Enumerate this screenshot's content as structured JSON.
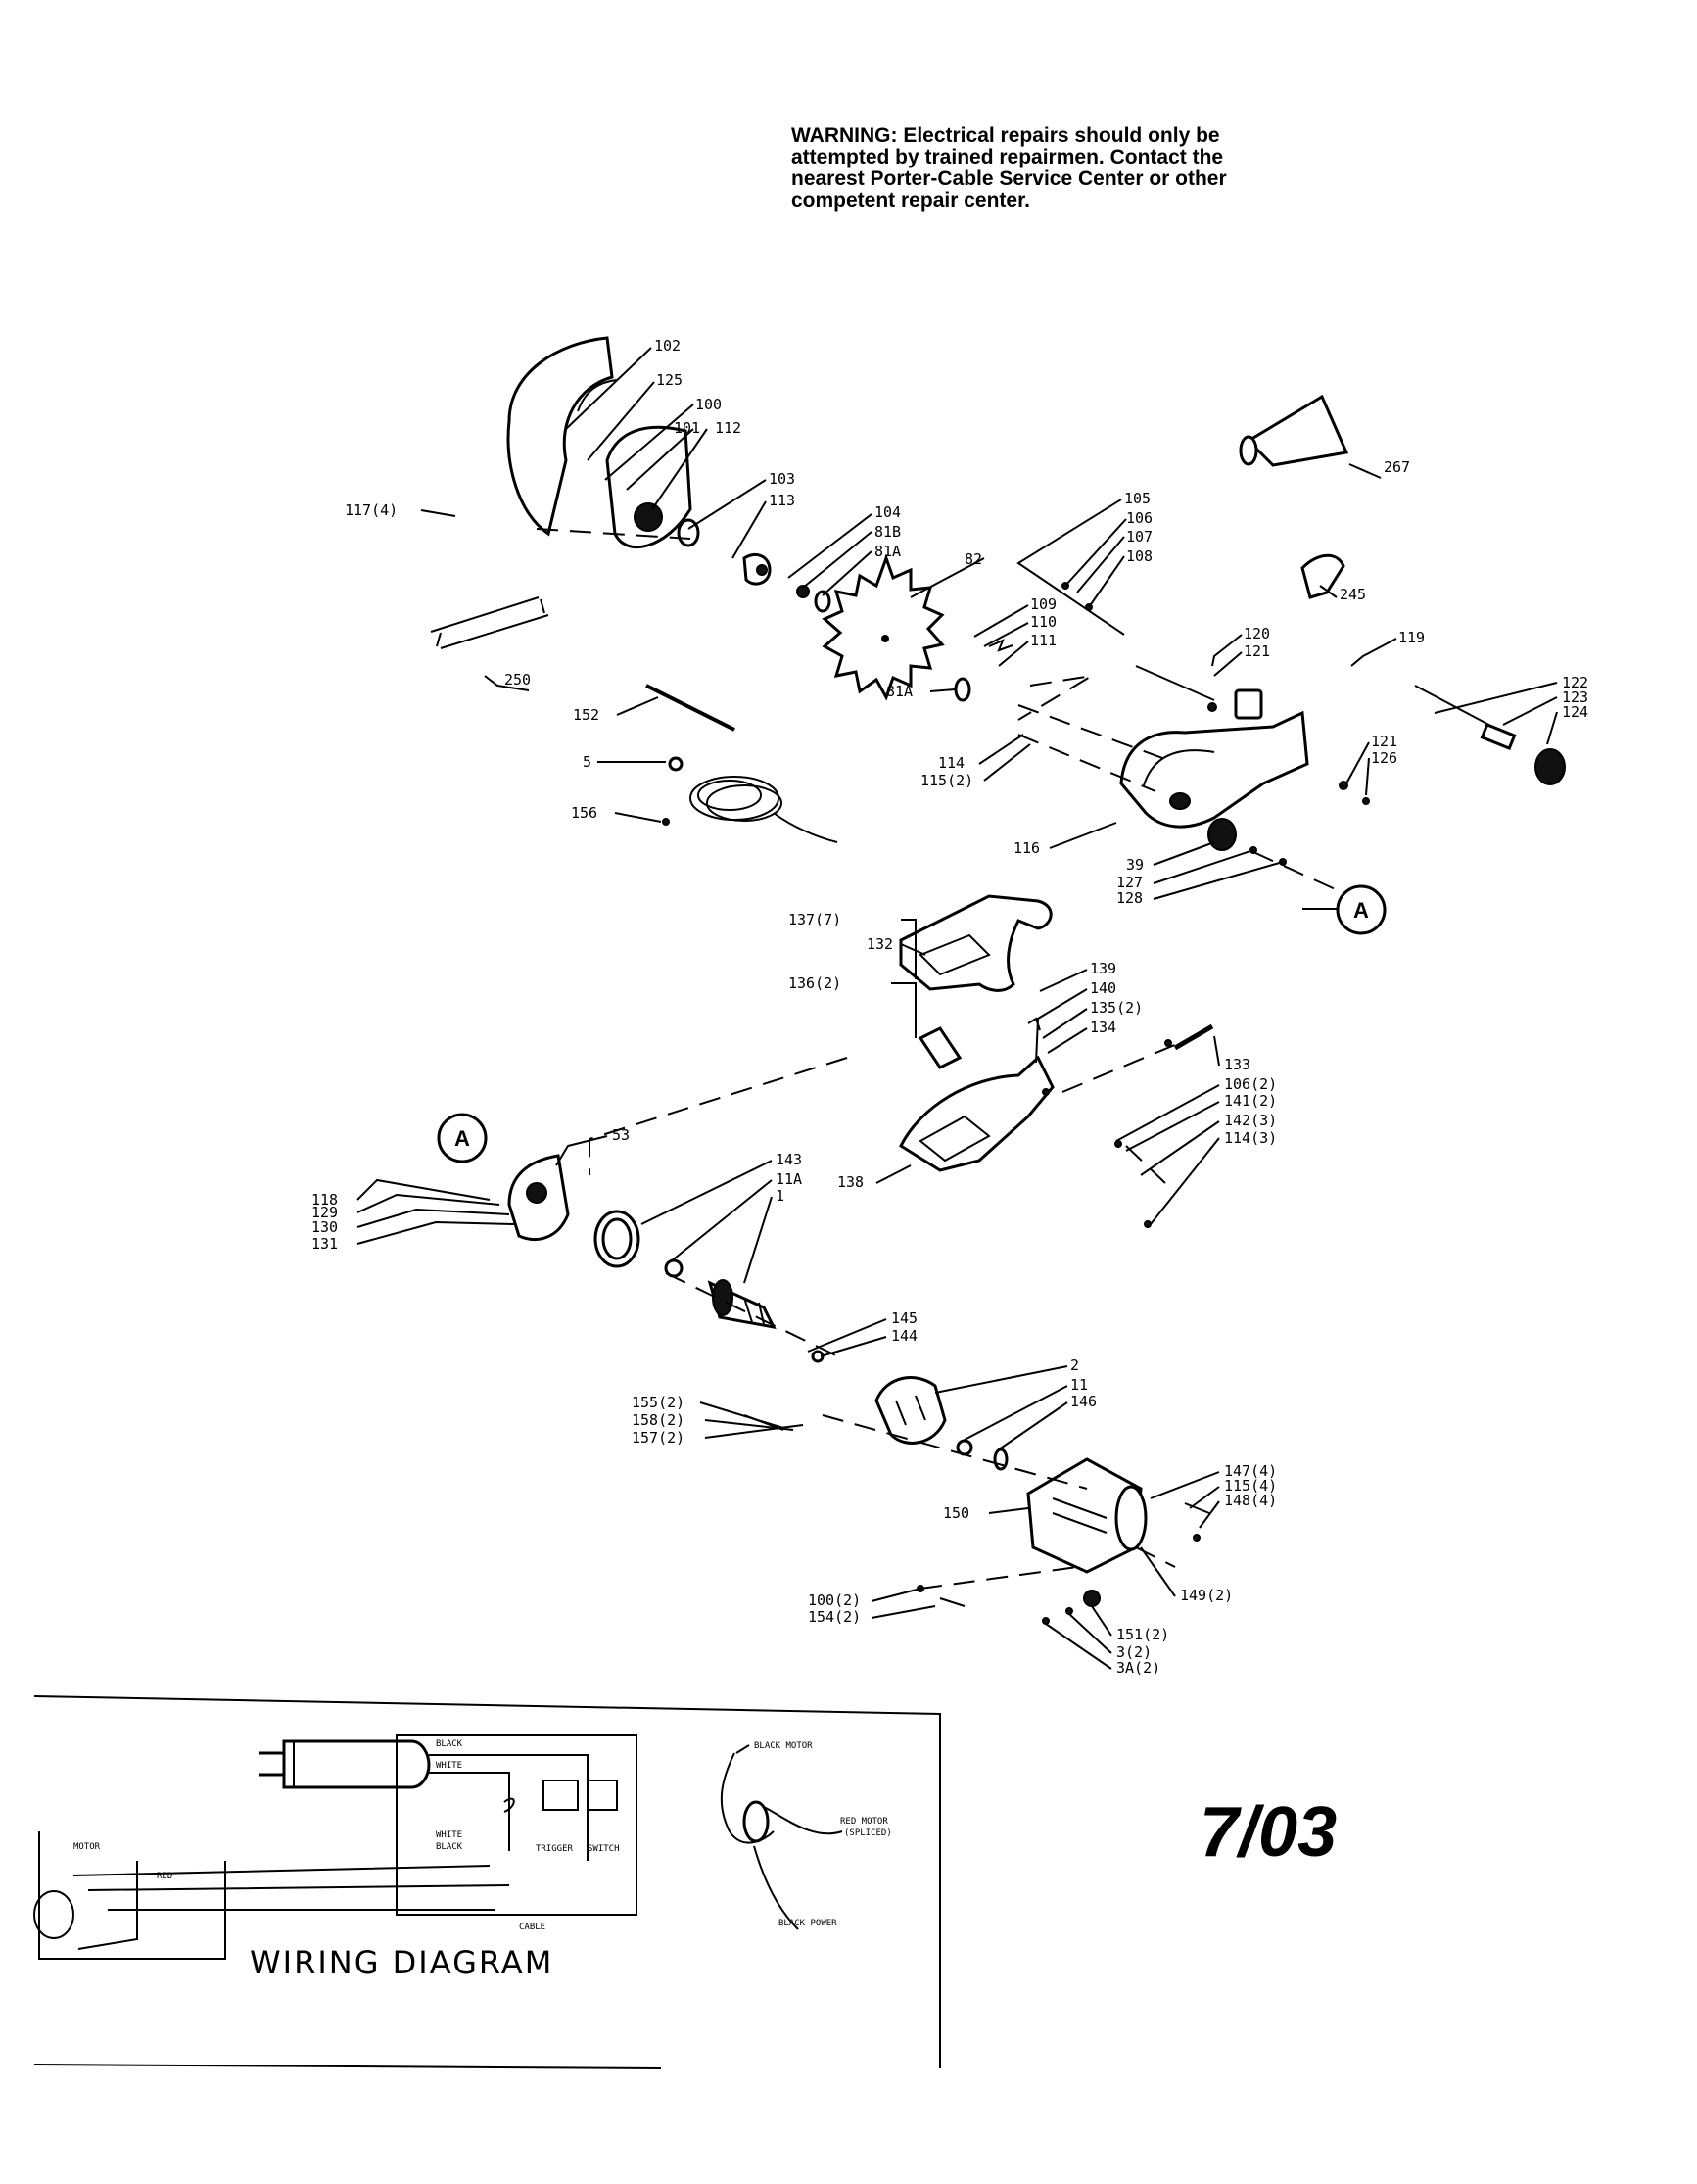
{
  "warning": "WARNING: Electrical repairs should only be attempted by trained repairmen. Contact the nearest Porter-Cable Service Center or other competent repair center.",
  "date_code": "7/03",
  "wiring_title": "WIRING DIAGRAM",
  "callout_letter": "A",
  "part_labels": {
    "p102": "102",
    "p125": "125",
    "p100": "100",
    "p101": "101",
    "p112": "112",
    "p117": "117(4)",
    "p103": "103",
    "p113": "113",
    "p104": "104",
    "p81b": "81B",
    "p81a": "81A",
    "p82": "82",
    "p105": "105",
    "p106": "106",
    "p107": "107",
    "p108": "108",
    "p267": "267",
    "p245": "245",
    "p109": "109",
    "p110": "110",
    "p111": "111",
    "p119": "119",
    "p120": "120",
    "p121": "121",
    "p122": "122",
    "p123": "123",
    "p124": "124",
    "p121b": "121",
    "p126": "126",
    "p250": "250",
    "p152": "152",
    "p5": "5",
    "p156": "156",
    "p81a2": "81A",
    "p114": "114",
    "p115": "115(2)",
    "p116": "116",
    "p39": "39",
    "p127": "127",
    "p128": "128",
    "p137a": "137(7)",
    "p132": "132",
    "p136": "136(2)",
    "p139": "139",
    "p140": "140",
    "p135": "135(2)",
    "p134": "134",
    "p133": "133",
    "p106b": "106(2)",
    "p141": "141(2)",
    "p142": "142(3)",
    "p114b": "114(3)",
    "p138": "138",
    "p53": "53",
    "p143": "143",
    "p11a": "11A",
    "p1": "1",
    "p118": "118",
    "p129": "129",
    "p130": "130",
    "p131": "131",
    "p145": "145",
    "p144": "144",
    "p2": "2",
    "p11": "11",
    "p146": "146",
    "p155": "155(2)",
    "p158": "158(2)",
    "p157": "157(2)",
    "p150": "150",
    "p147": "147(4)",
    "p115b": "115(4)",
    "p148": "148(4)",
    "p149": "149(2)",
    "p100b": "100(2)",
    "p154": "154(2)",
    "p151": "151(2)",
    "p3": "3(2)",
    "p3a": "3A(2)"
  },
  "wiring_labels": {
    "black": "BLACK",
    "white": "WHITE",
    "white2": "WHITE",
    "black2": "BLACK",
    "red": "RED",
    "motor": "MOTOR",
    "cable": "CABLE",
    "trigger": "TRIGGER",
    "switch": "SWITCH",
    "black_motor": "BLACK MOTOR",
    "red_motor": "RED MOTOR",
    "spliced": "(SPLICED)",
    "black_power": "BLACK POWER"
  }
}
